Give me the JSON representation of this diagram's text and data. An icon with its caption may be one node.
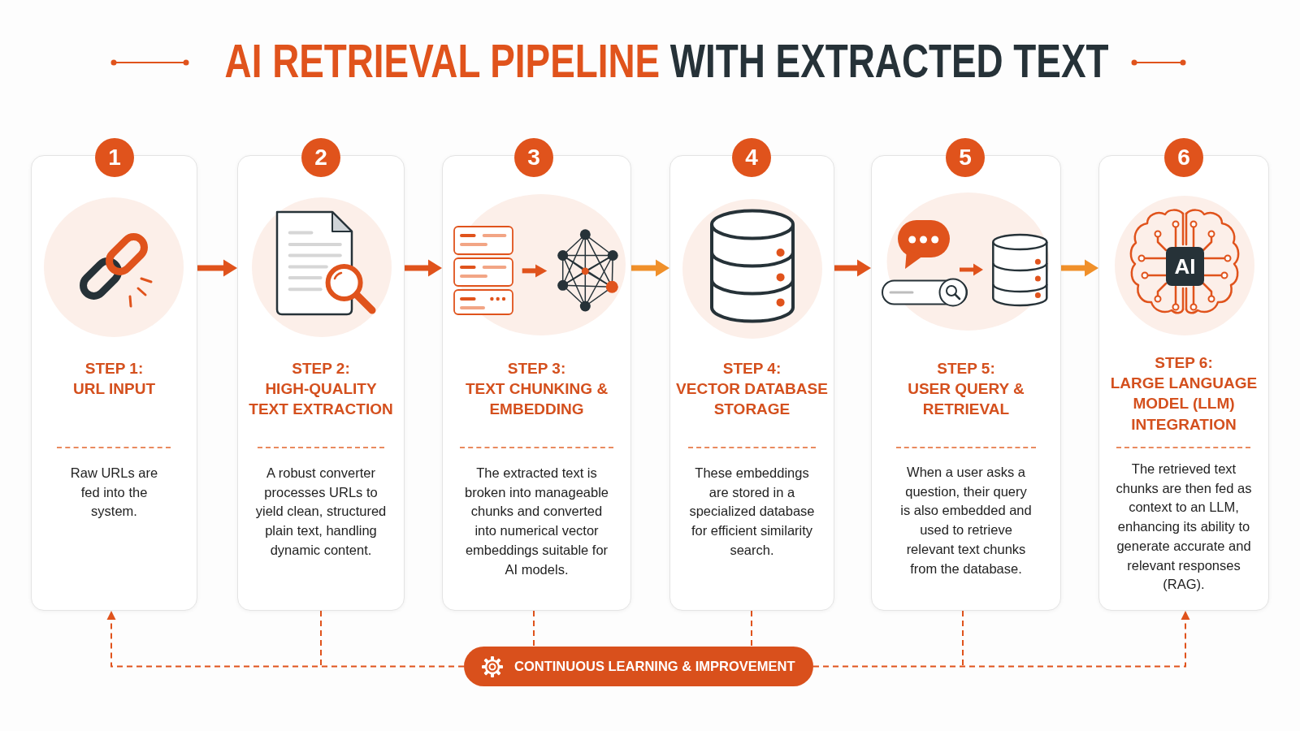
{
  "diagram": {
    "title": "**AI RETRIEVAL PIPELINE** WITH EXTRACTED TEXT",
    "nodes": [
      {
        "text": [
          "1"
        ]
      },
      {
        "text": [
          "STEP 1:",
          "URL INPUT",
          "Raw URLs are fed into the system."
        ]
      },
      {
        "text": [
          "2"
        ]
      },
      {
        "text": [
          "STEP 2:",
          "HIGH-QUALITY TEXT EXTRACTION",
          "A robust converter processes URLs to yield clean, structured plain text, handling dynamic content."
        ]
      },
      {
        "text": [
          "3"
        ]
      },
      {
        "text": [
          "STEP 3:",
          "TEXT CHUNKING & EMBEDDING",
          "The extracted text is broken into manageable chunks and converted into numerical vector embeddings suitable for AI models."
        ]
      },
      {
        "text": [
          "4"
        ]
      },
      {
        "text": [
          "STEP 4:",
          "VECTOR DATABASE STORAGE",
          "These embeddings are stored in a specialized database for efficient similarity search."
        ]
      },
      {
        "text": [
          "5"
        ]
      },
      {
        "text": [
          "STEP 5:",
          "USER QUERY & RETRIEVAL",
          "When a user asks a question, their query is also embedded and used to retrieve relevant text chunks from the database."
        ]
      },
      {
        "text": [
          "6"
        ]
      },
      {
        "text": [
          "STEP 6:",
          "LARGE LANGUAGE MODEL (LLM) INTEGRATION",
          "The retrieved text chunks are then fed as context to an LLM, enhancing its ability to generate accurate and relevant responses (RAG)."
        ]
      },
      {
        "text": [
          "CONTINUOUS LEARNING & IMPROVEMENT"
        ]
      }
    ],
    "edges": [
      {
        "from": 1,
        "to": 3,
        "arrow": "to"
      },
      {
        "from": 3,
        "to": 5,
        "arrow": "to"
      },
      {
        "from": 5,
        "to": 7,
        "arrow": "to",
        "color": "#f0902a"
      },
      {
        "from": 7,
        "to": 9,
        "arrow": "to"
      },
      {
        "from": 9,
        "to": 11,
        "arrow": "to",
        "color": "#f0902a"
      },
      {
        "from": 3,
        "to": 12,
        "arrow": "none",
        "style": "dashed"
      },
      {
        "from": 5,
        "to": 12,
        "arrow": "none",
        "style": "dashed"
      },
      {
        "from": 7,
        "to": 12,
        "arrow": "none",
        "style": "dashed"
      },
      {
        "from": 9,
        "to": 12,
        "arrow": "none",
        "style": "dashed"
      },
      {
        "from": 12,
        "to": 1,
        "arrow": "to",
        "style": "dashed"
      },
      {
        "from": 12,
        "to": 11,
        "arrow": "to",
        "style": "dashed"
      }
    ],
    "labels": [
      "AI"
    ]
  }
}
